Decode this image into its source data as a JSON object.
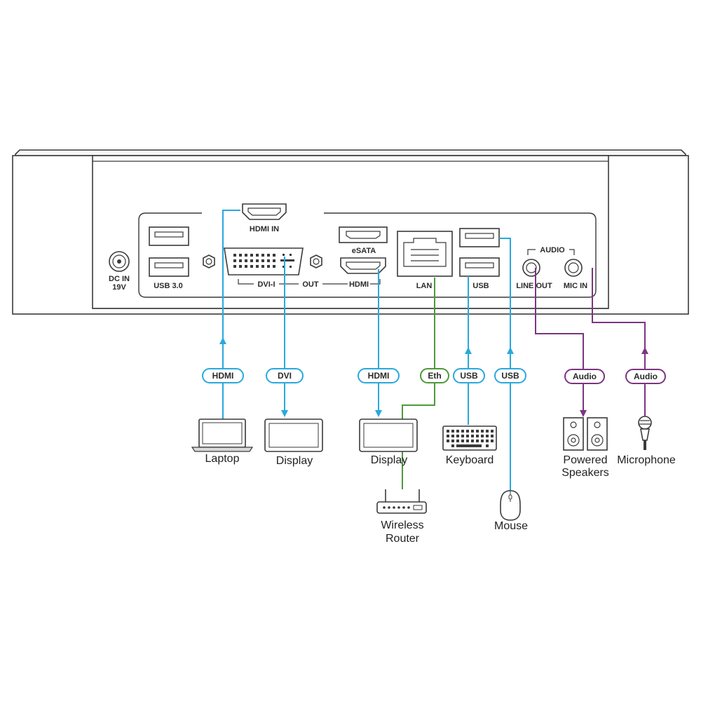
{
  "colors": {
    "video": "#29a9dd",
    "ethernet": "#4e9a3a",
    "audio": "#7c3580",
    "outline": "#3a3a3a"
  },
  "panel": {
    "dc_in_line1": "DC IN",
    "dc_in_line2": "19V",
    "usb30": "USB 3.0",
    "hdmi_in": "HDMI IN",
    "dvi_i": "DVI-I",
    "out": "OUT",
    "hdmi_out": "HDMI",
    "esata": "eSATA",
    "lan": "LAN",
    "usb": "USB",
    "audio_group": "AUDIO",
    "line_out": "LINE OUT",
    "mic_in": "MIC IN"
  },
  "cables": {
    "hdmi_in": "HDMI",
    "dvi": "DVI",
    "hdmi_out": "HDMI",
    "eth": "Eth",
    "usb_keyboard": "USB",
    "usb_mouse": "USB",
    "audio_out": "Audio",
    "audio_in": "Audio"
  },
  "devices": {
    "laptop": "Laptop",
    "display1": "Display",
    "display2": "Display",
    "keyboard": "Keyboard",
    "speakers_line1": "Powered",
    "speakers_line2": "Speakers",
    "microphone": "Microphone",
    "router_line1": "Wireless",
    "router_line2": "Router",
    "mouse": "Mouse"
  }
}
